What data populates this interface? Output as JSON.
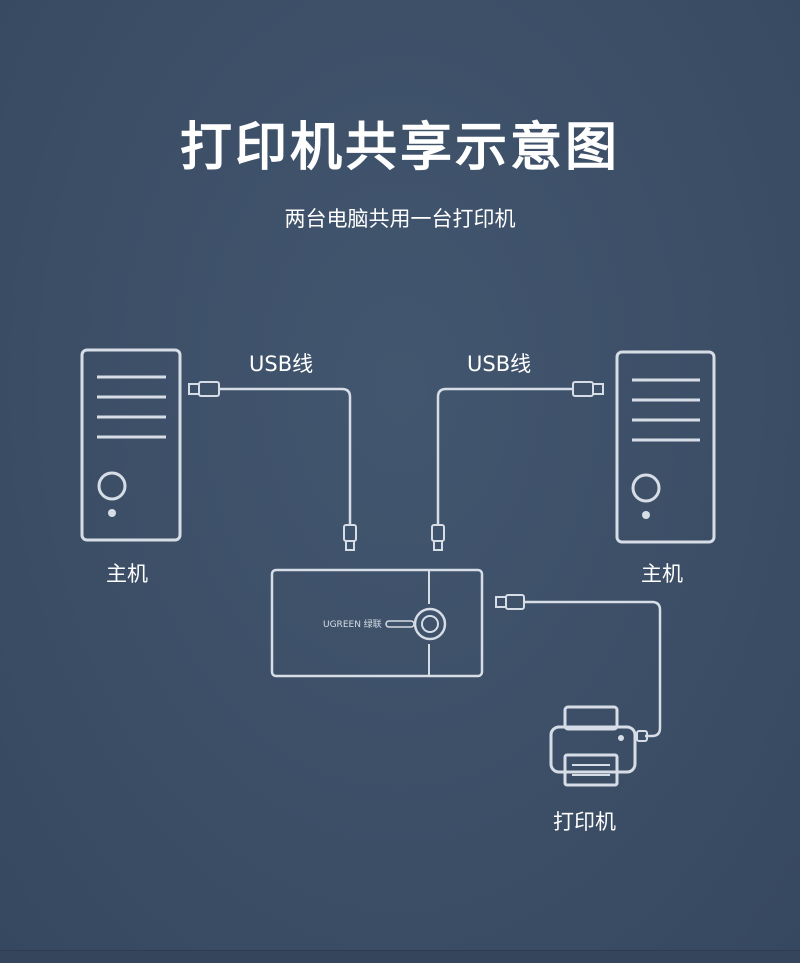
{
  "title": "打印机共享示意图",
  "subtitle": "两台电脑共用一台打印机",
  "cable_left_label": "USB线",
  "cable_right_label": "USB线",
  "host_left_label": "主机",
  "host_right_label": "主机",
  "printer_label": "打印机",
  "switch_brand": "UGREEN 绿联",
  "colors": {
    "background": "#3e5068",
    "line": "#d6dde6",
    "text": "#ffffff"
  }
}
